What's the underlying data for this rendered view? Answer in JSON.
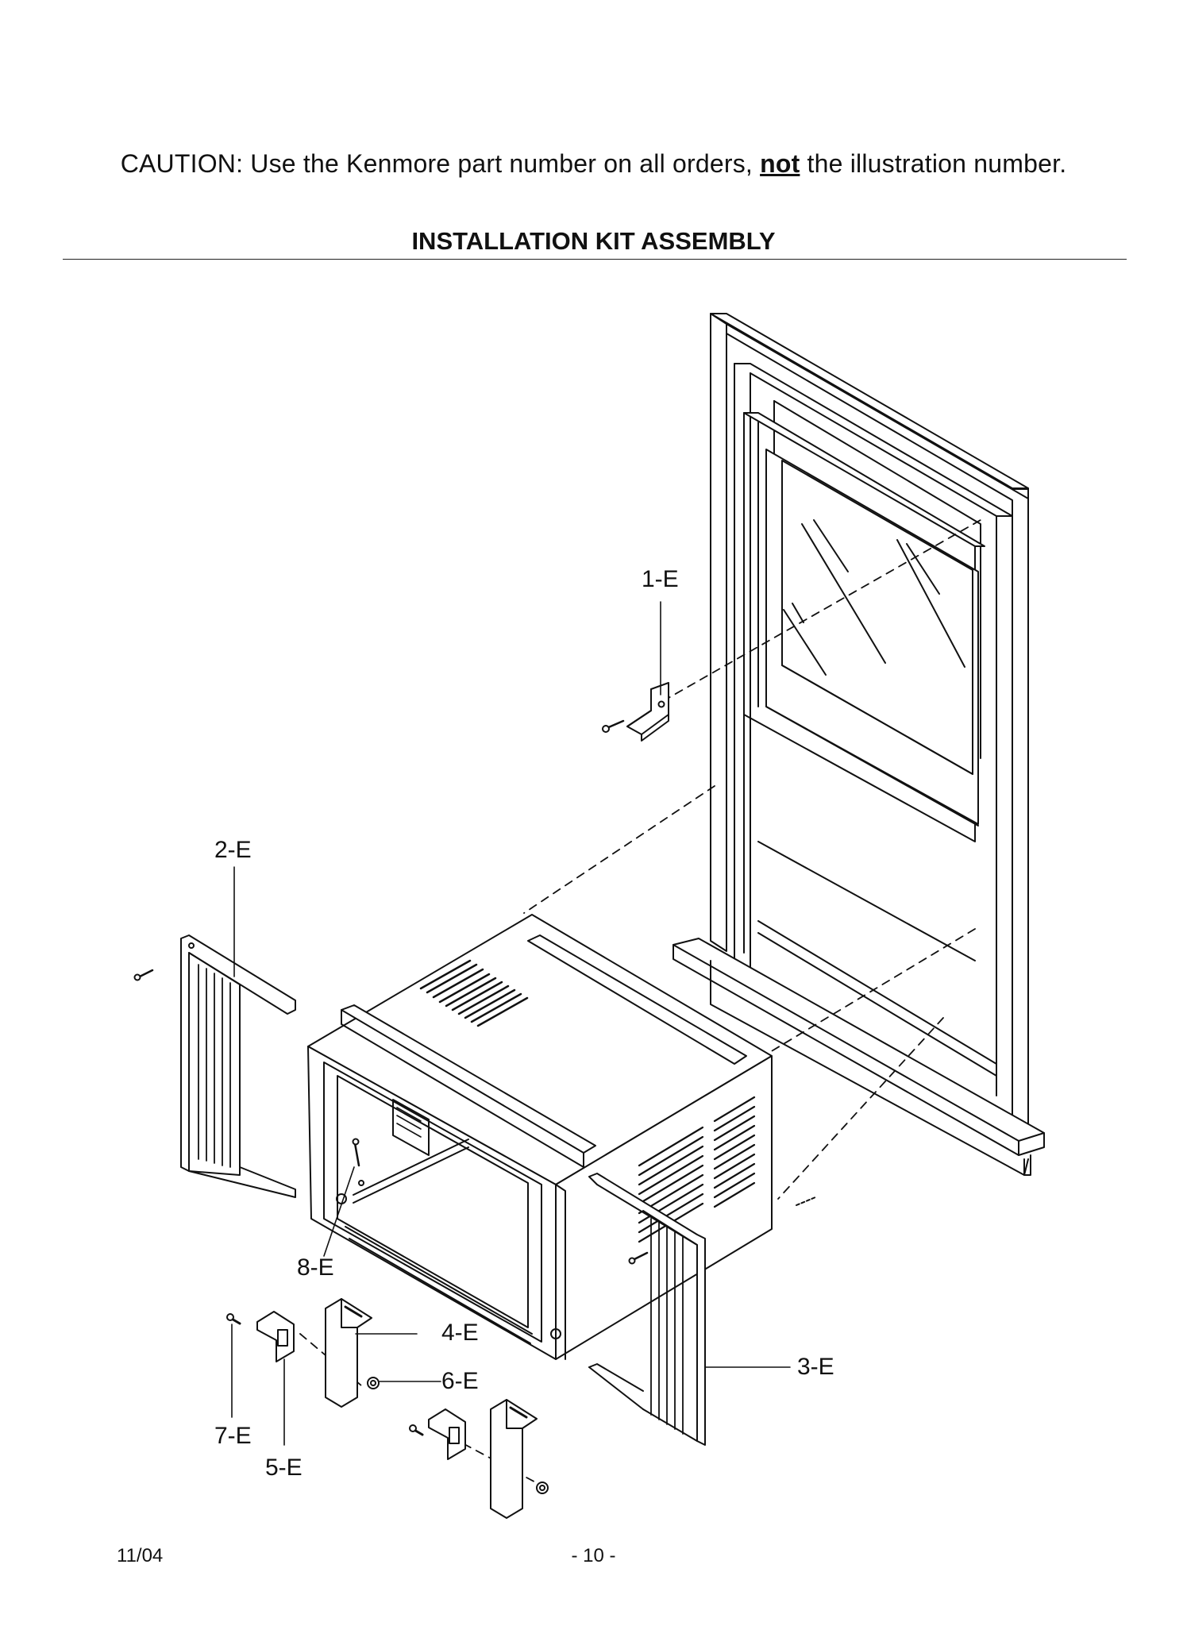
{
  "caution": {
    "prefix": "CAUTION: Use the Kenmore part number on all orders, ",
    "emphasis": "not",
    "suffix": " the illustration number."
  },
  "title": "INSTALLATION KIT ASSEMBLY",
  "callouts": {
    "e1": "1-E",
    "e2": "2-E",
    "e3": "3-E",
    "e4": "4-E",
    "e5": "5-E",
    "e6": "6-E",
    "e7": "7-E",
    "e8": "8-E"
  },
  "footer": {
    "date": "11/04",
    "page": "- 10 -"
  }
}
